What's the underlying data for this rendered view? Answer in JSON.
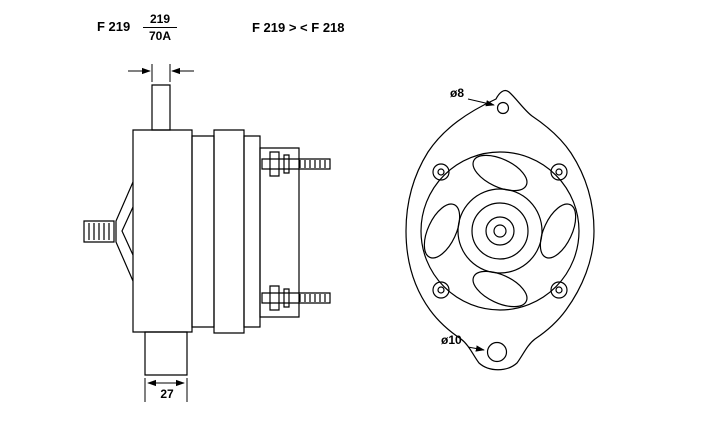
{
  "header": {
    "code_left": "F 219",
    "ratio_numerator": "219",
    "ratio_denominator": "70A",
    "code_range": "F 219 > < F 218"
  },
  "dimensions": {
    "hole_top_label": "ø8",
    "hole_bottom_label": "ø10",
    "foot_width": "27"
  },
  "colors": {
    "line": "#000000",
    "background": "#ffffff"
  }
}
